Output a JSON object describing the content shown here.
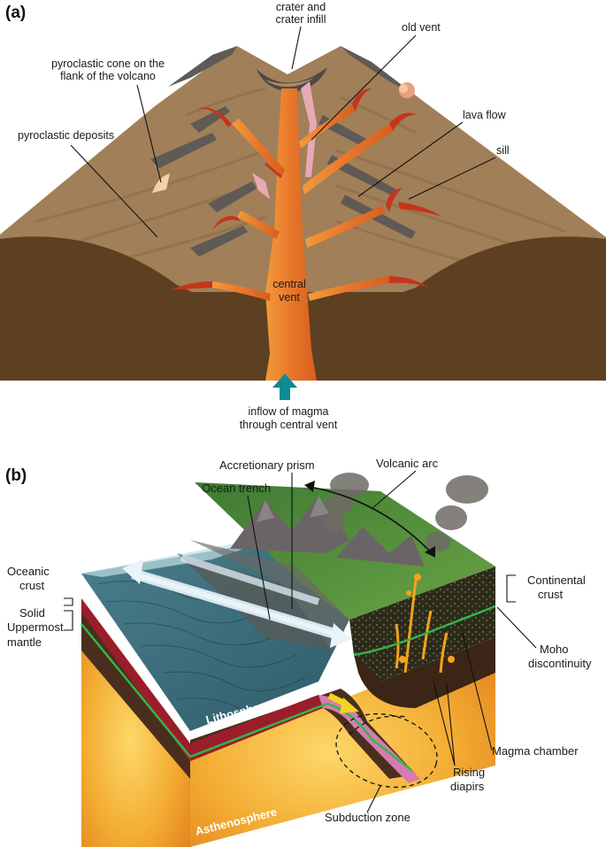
{
  "panel_a": {
    "letter": "(a)",
    "labels": {
      "crater_1": "crater and",
      "crater_2": "crater infill",
      "old_vent": "old vent",
      "cone_1": "pyroclastic cone on the",
      "cone_2": "flank of the volcano",
      "lava_flow": "lava flow",
      "pyro_deposits": "pyroclastic deposits",
      "sill": "sill",
      "central_vent_1": "central",
      "central_vent_2": "vent",
      "inflow_1": "inflow of magma",
      "inflow_2": "through central vent"
    },
    "colors": {
      "cone": "#a17f58",
      "ground": "#5d3f22",
      "magma": "#e8772a",
      "lava": "#c6341c",
      "arrow": "#0f8c91"
    }
  },
  "panel_b": {
    "letter": "(b)",
    "labels": {
      "accretionary_prism": "Accretionary prism",
      "volcanic_arc": "Volcanic arc",
      "ocean_trench": "Ocean trench",
      "oceanic_crust_1": "Oceanic",
      "oceanic_crust_2": "crust",
      "continental_crust_1": "Continental",
      "continental_crust_2": "crust",
      "solid_1": "Solid",
      "solid_2": "Uppermost",
      "solid_3": "mantle",
      "moho_1": "Moho",
      "moho_2": "discontinuity",
      "lithosphere": "Lithosphere",
      "magma_chamber": "Magma chamber",
      "rising_1": "Rising",
      "rising_2": "diapirs",
      "asthenosphere": "Asthenosphere",
      "subduction_zone": "Subduction zone"
    },
    "colors": {
      "ocean": "#3e6f7e",
      "continent": "#2b2b1c",
      "land": "#4e8a3a",
      "mantle": "#f0a630",
      "moho": "#33b54a"
    }
  }
}
